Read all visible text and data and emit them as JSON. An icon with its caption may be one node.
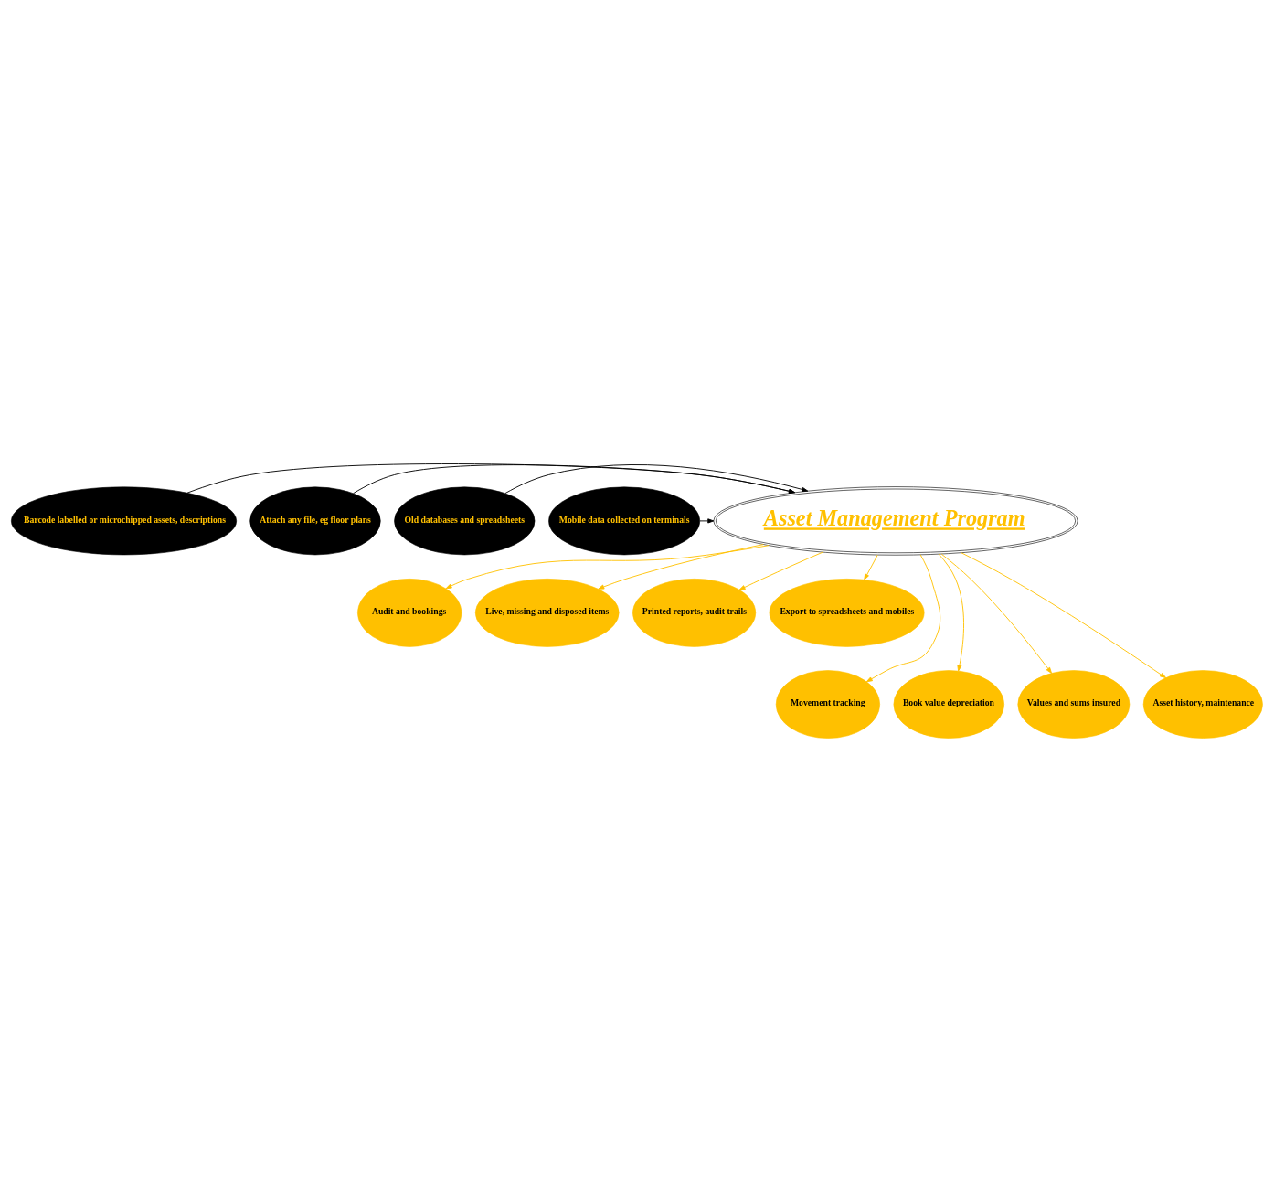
{
  "diagram": {
    "nodes": [
      {
        "text": [
          "Barcode labelled or microchipped assets, descriptions"
        ]
      },
      {
        "text": [
          "Attach any file, eg floor plans"
        ]
      },
      {
        "text": [
          "Old databases and spreadsheets"
        ]
      },
      {
        "text": [
          "Mobile data collected on terminals"
        ]
      },
      {
        "text": [
          "Asset Management Program"
        ]
      },
      {
        "text": [
          "Audit and bookings"
        ]
      },
      {
        "text": [
          "Live, missing and disposed items"
        ]
      },
      {
        "text": [
          "Printed reports, audit trails"
        ]
      },
      {
        "text": [
          "Export to spreadsheets and mobiles"
        ]
      },
      {
        "text": [
          "Movement tracking"
        ]
      },
      {
        "text": [
          "Book value depreciation"
        ]
      },
      {
        "text": [
          "Values and sums insured"
        ]
      },
      {
        "text": [
          "Asset history, maintenance"
        ]
      }
    ],
    "edges": [
      {
        "from": 0,
        "to": 4,
        "arrow": "to",
        "color": "#000000"
      },
      {
        "from": 1,
        "to": 4,
        "arrow": "to",
        "color": "#000000"
      },
      {
        "from": 2,
        "to": 4,
        "arrow": "to",
        "color": "#000000"
      },
      {
        "from": 3,
        "to": 4,
        "arrow": "to",
        "color": "#000000"
      },
      {
        "from": 4,
        "to": 5,
        "arrow": "to"
      },
      {
        "from": 4,
        "to": 9,
        "arrow": "to"
      },
      {
        "from": 4,
        "to": 6,
        "arrow": "to"
      },
      {
        "from": 4,
        "to": 10,
        "arrow": "to"
      },
      {
        "from": 4,
        "to": 11,
        "arrow": "to"
      },
      {
        "from": 4,
        "to": 7,
        "arrow": "to"
      },
      {
        "from": 4,
        "to": 12,
        "arrow": "to"
      },
      {
        "from": 4,
        "to": 8,
        "arrow": "to"
      }
    ]
  }
}
